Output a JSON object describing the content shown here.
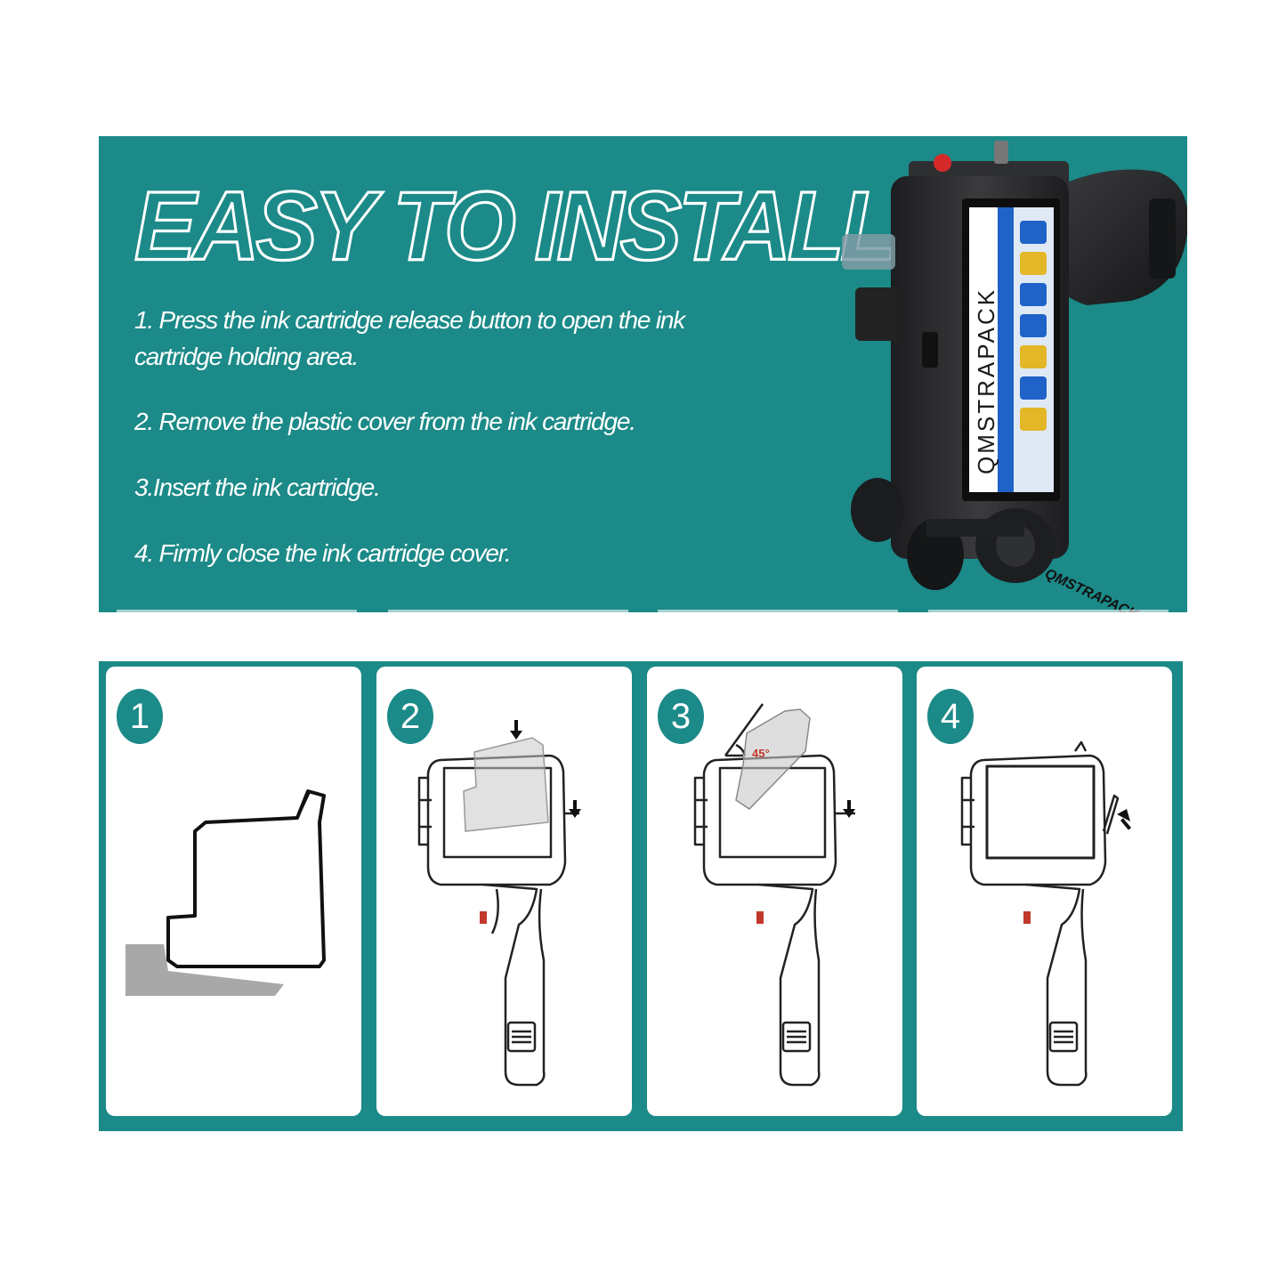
{
  "banner": {
    "title": "EASY TO INSTALL",
    "steps": [
      "1. Press the ink cartridge release button to open the ink cartridge holding area.",
      "2. Remove the plastic cover from the ink cartridge.",
      "3.Insert the ink cartridge.",
      "4. Firmly close the ink cartridge cover."
    ],
    "device_screen_brand": "QMSTRAPACK",
    "watermark": "QMSTRAPACK"
  },
  "panels": [
    {
      "number": "1",
      "image": "ink-cartridge-illustration"
    },
    {
      "number": "2",
      "image": "printer-remove-cover-illustration"
    },
    {
      "number": "3",
      "image": "printer-insert-cartridge-illustration",
      "angle": "45°"
    },
    {
      "number": "4",
      "image": "printer-close-cover-illustration"
    }
  ],
  "colors": {
    "teal": "#1b8a88",
    "white": "#ffffff",
    "device_body": "#2a2b2d",
    "accent_red": "#d42a2a"
  }
}
